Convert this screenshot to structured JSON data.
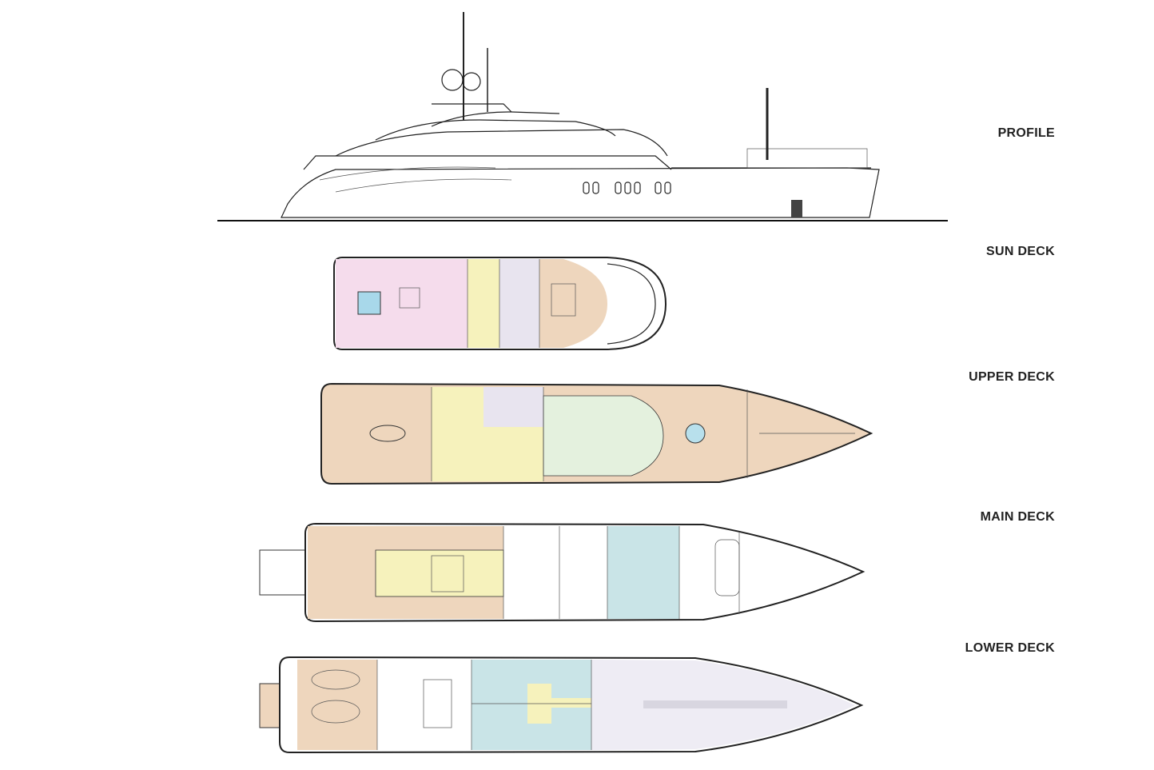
{
  "labels": {
    "profile": "PROFILE",
    "sun_deck": "SUN DECK",
    "upper_deck": "UPPER DECK",
    "main_deck": "MAIN DECK",
    "lower_deck": "LOWER DECK"
  },
  "colors": {
    "tan": "#eed6bd",
    "yellow": "#f6f2bc",
    "green": "#e4f1de",
    "lavender": "#e8e4ef",
    "blue": "#c9e4e7",
    "pink": "#f5dcec",
    "outline": "#222222"
  }
}
